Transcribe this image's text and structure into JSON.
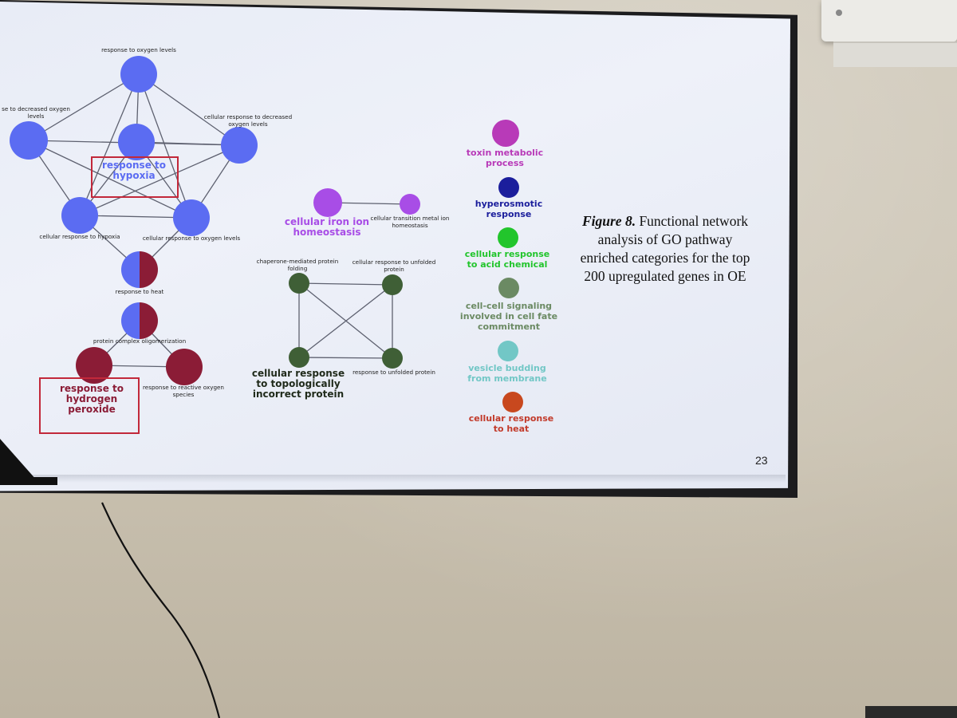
{
  "slide": {
    "figure_caption_bold": "Figure 8.",
    "figure_caption_rest": "Functional network analysis of GO pathway enriched categories for the top 200 upregulated genes in OE",
    "page_number": "23"
  },
  "nodes": {
    "oxygen_levels": "response to oxygen levels",
    "decreased_oxygen_left": "se to decreased oxygen levels",
    "cellular_decreased_oxygen": "cellular response to decreased oxygen levels",
    "hypoxia": "response to hypoxia",
    "cellular_hypoxia": "cellular response to hypoxia",
    "cellular_oxygen": "cellular response to oxygen levels",
    "heat": "response to heat",
    "protein_complex": "protein complex oligomerization",
    "hydrogen_peroxide": "response to hydrogen peroxide",
    "reactive_oxygen": "response to reactive oxygen species",
    "iron_ion": "cellular iron ion homeostasis",
    "transition_metal": "cellular transition metal ion homeostasis",
    "chaperone": "chaperone-mediated protein folding",
    "unfolded_cellular": "cellular response to unfolded protein",
    "topologically": "cellular response to topologically incorrect protein",
    "unfolded": "response to unfolded protein",
    "toxin": "toxin metabolic process",
    "hyperosmotic": "hyperosmotic response",
    "acid": "cellular response to acid chemical",
    "cell_signaling": "cell-cell signaling involved in cell fate commitment",
    "vesicle": "vesicle budding from membrane",
    "cellular_heat": "cellular response to heat"
  },
  "colors": {
    "blue": "#5b6cf2",
    "maroon": "#8b1c36",
    "purple": "#a84de6",
    "magenta": "#b83ab8",
    "navy": "#1b1e9c",
    "green": "#22c52c",
    "olive": "#3f5f36",
    "sage": "#6b8a63",
    "teal": "#72c7c6",
    "orange": "#c8481e",
    "highlight": "#c2283a"
  }
}
